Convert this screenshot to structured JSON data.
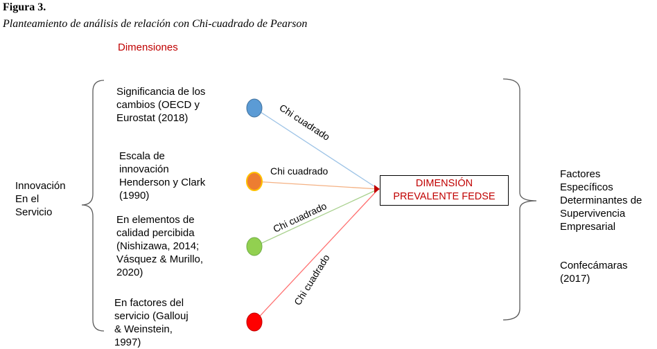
{
  "figure": {
    "label": "Figura 3.",
    "title": "Planteamiento de análisis de relación con Chi-cuadrado de Pearson"
  },
  "dimensions_header": "Dimensiones",
  "left_label": [
    "Innovación",
    "En el",
    "Servicio"
  ],
  "items": [
    {
      "lines": [
        "Significancia de los",
        "cambios (OECD y",
        "Eurostat (2018)"
      ],
      "node_color": "#5b9bd5",
      "line_color": "#9dc3e6"
    },
    {
      "lines": [
        "Escala de",
        "innovación",
        "Henderson y Clark",
        "(1990)"
      ],
      "node_color": "#ed7d31",
      "line_color": "#f4b183"
    },
    {
      "lines": [
        "En elementos de",
        "calidad percibida",
        "(Nishizawa, 2014;",
        "Vásquez & Murillo,",
        "2020)"
      ],
      "node_color": "#92d050",
      "line_color": "#a9d18e"
    },
    {
      "lines": [
        "En factores del",
        "servicio (Gallouj",
        "& Weinstein,",
        "1997)"
      ],
      "node_color": "#ff0000",
      "line_color": "#ff7070"
    }
  ],
  "edge_label": "Chi cuadrado",
  "center_box": [
    "DIMENSIÓN",
    "PREVALENTE FEDSE"
  ],
  "right_label": [
    "Factores",
    "Específicos",
    "Determinantes de",
    "Supervivencia",
    "Empresarial"
  ],
  "right_source": [
    "Confecámaras",
    "(2017)"
  ],
  "colors": {
    "accent_red": "#c00000",
    "node_orange_border": "#ffc000"
  }
}
